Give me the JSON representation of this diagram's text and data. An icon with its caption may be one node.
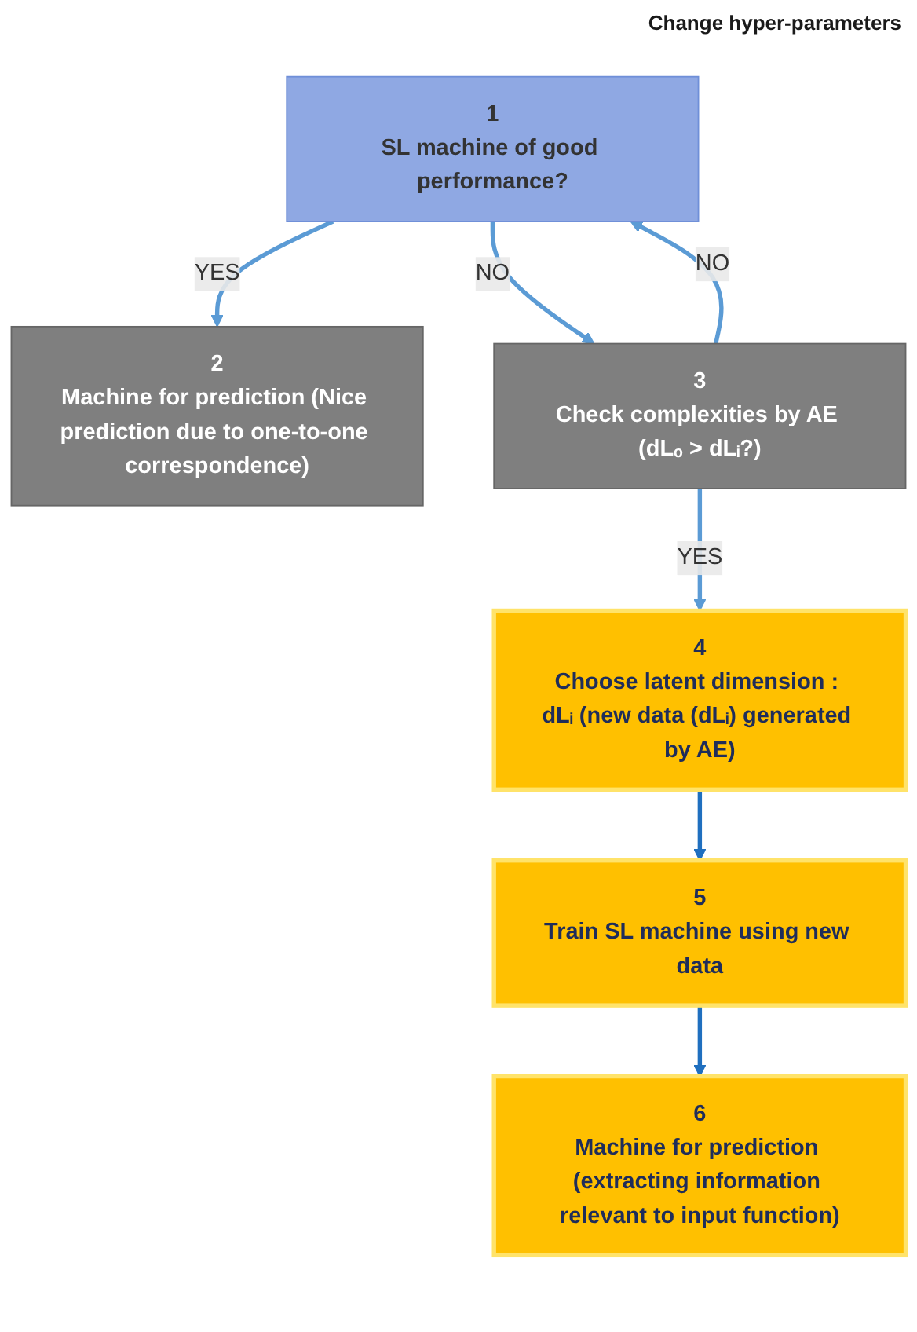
{
  "diagram": {
    "nodes": [
      {
        "text": [
          "1",
          "SL machine of good performance?"
        ]
      },
      {
        "text": [
          "2",
          "Machine for prediction (Nice prediction due to one-to-one correspondence)"
        ]
      },
      {
        "text": [
          "3",
          "Check complexities by AE (dLₒ > dLᵢ?)"
        ]
      },
      {
        "text": [
          "4",
          "Choose latent dimension : dLᵢ (new data (dLᵢ) generated by AE)"
        ]
      },
      {
        "text": [
          "5",
          "Train SL machine using new data"
        ]
      },
      {
        "text": [
          "6",
          "Machine for prediction (extracting information relevant to input function)"
        ]
      }
    ],
    "edges": [
      {
        "from": 0,
        "to": 1,
        "arrow": "to",
        "label": "YES"
      },
      {
        "from": 0,
        "to": 2,
        "arrow": "to",
        "label": "NO"
      },
      {
        "from": 2,
        "to": 3,
        "arrow": "to",
        "label": "YES"
      },
      {
        "from": 2,
        "to": 0,
        "arrow": "to",
        "label": "NO"
      },
      {
        "from": 3,
        "to": 4,
        "arrow": "to",
        "color": "#1f6fbf"
      },
      {
        "from": 4,
        "to": 5,
        "arrow": "to",
        "color": "#1f6fbf"
      }
    ],
    "labels": [
      "Change hyper-parameters"
    ]
  }
}
